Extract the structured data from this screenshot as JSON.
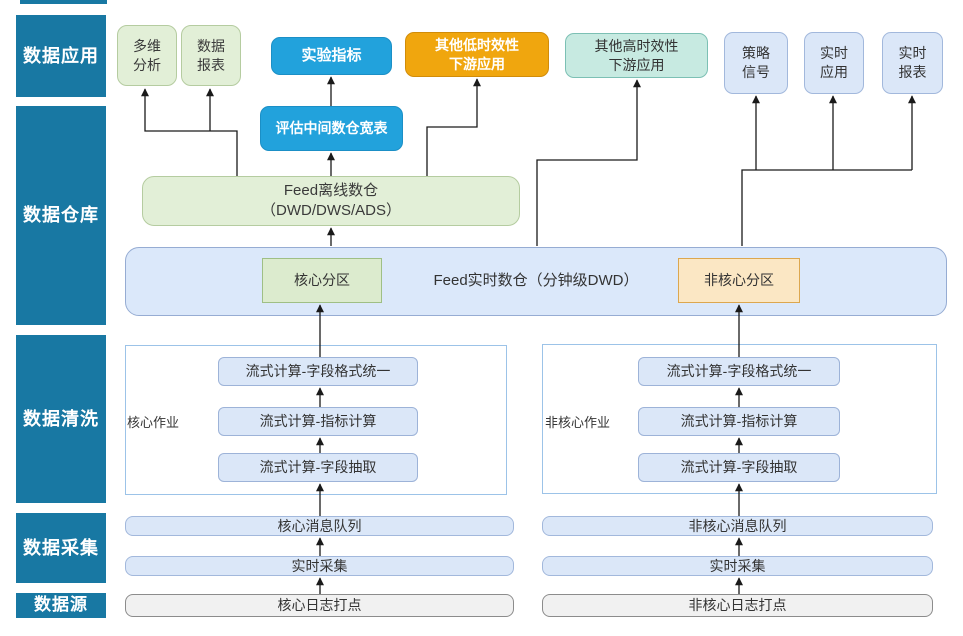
{
  "sidebar": {
    "layers": [
      {
        "label": "数据应用"
      },
      {
        "label": "数据仓库"
      },
      {
        "label": "数据清洗"
      },
      {
        "label": "数据采集"
      },
      {
        "label": "数据源"
      }
    ]
  },
  "application": {
    "multi_dim_analysis": "多维\n分析",
    "data_report": "数据\n报表",
    "experiment_metrics": "实验指标",
    "low_latency_downstream": "其他低时效性\n下游应用",
    "high_latency_downstream": "其他高时效性\n下游应用",
    "strategy_signal": "策略\n信号",
    "realtime_app": "实时\n应用",
    "realtime_report": "实时\n报表"
  },
  "warehouse": {
    "eval_wide_table": "评估中间数仓宽表",
    "offline_dw": "Feed离线数仓\n（DWD/DWS/ADS）",
    "realtime_dw_title": "Feed实时数仓（分钟级DWD）",
    "core_partition": "核心分区",
    "noncore_partition": "非核心分区"
  },
  "cleaning": {
    "left_label": "核心作业",
    "right_label": "非核心作业",
    "jobs": [
      "流式计算-字段格式统一",
      "流式计算-指标计算",
      "流式计算-字段抽取"
    ]
  },
  "collection": {
    "core_queue": "核心消息队列",
    "noncore_queue": "非核心消息队列",
    "realtime_collect_left": "实时采集",
    "realtime_collect_right": "实时采集"
  },
  "source": {
    "core_log": "核心日志打点",
    "noncore_log": "非核心日志打点"
  },
  "colors": {
    "sidebar_blue": "#1878A3",
    "bright_blue": "#22A2DC",
    "orange": "#F0A60E",
    "teal_fill": "#C7EAE1",
    "teal_border": "#7CC0B4",
    "green_fill": "#E2EFD7",
    "green_border": "#B5CCA0",
    "band_fill": "#DBE8FA",
    "band_border": "#96ACD3",
    "light_blue_fill": "#DBE7F8",
    "light_blue_border": "#A2B8DC",
    "partition_green": "#DCEBCE",
    "partition_tan": "#FBE7C4",
    "grey_fill": "#F1F1F1",
    "arrow": "#1a1a1a"
  }
}
